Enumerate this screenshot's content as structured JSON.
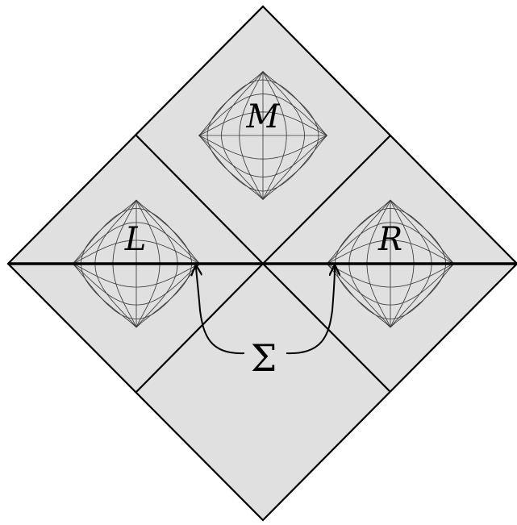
{
  "labels": {
    "M": "M",
    "L": "L",
    "R": "R",
    "Sigma": "Σ"
  },
  "colors": {
    "region_fill": "#e0e0e0",
    "lines": "#000000"
  }
}
